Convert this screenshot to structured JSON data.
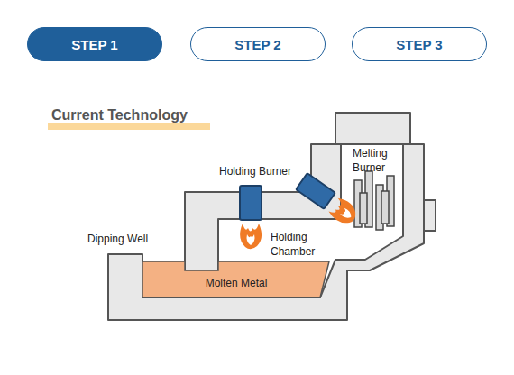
{
  "diagram": {
    "title": "Current Technology",
    "nodes": [
      {
        "text": [
          "STEP 1"
        ]
      },
      {
        "text": [
          "STEP 2"
        ]
      },
      {
        "text": [
          "STEP 3"
        ]
      }
    ],
    "labels": [
      "Holding Burner",
      "Melting Burner",
      "Holding Chamber",
      "Dipping Well",
      "Molten Metal"
    ]
  }
}
